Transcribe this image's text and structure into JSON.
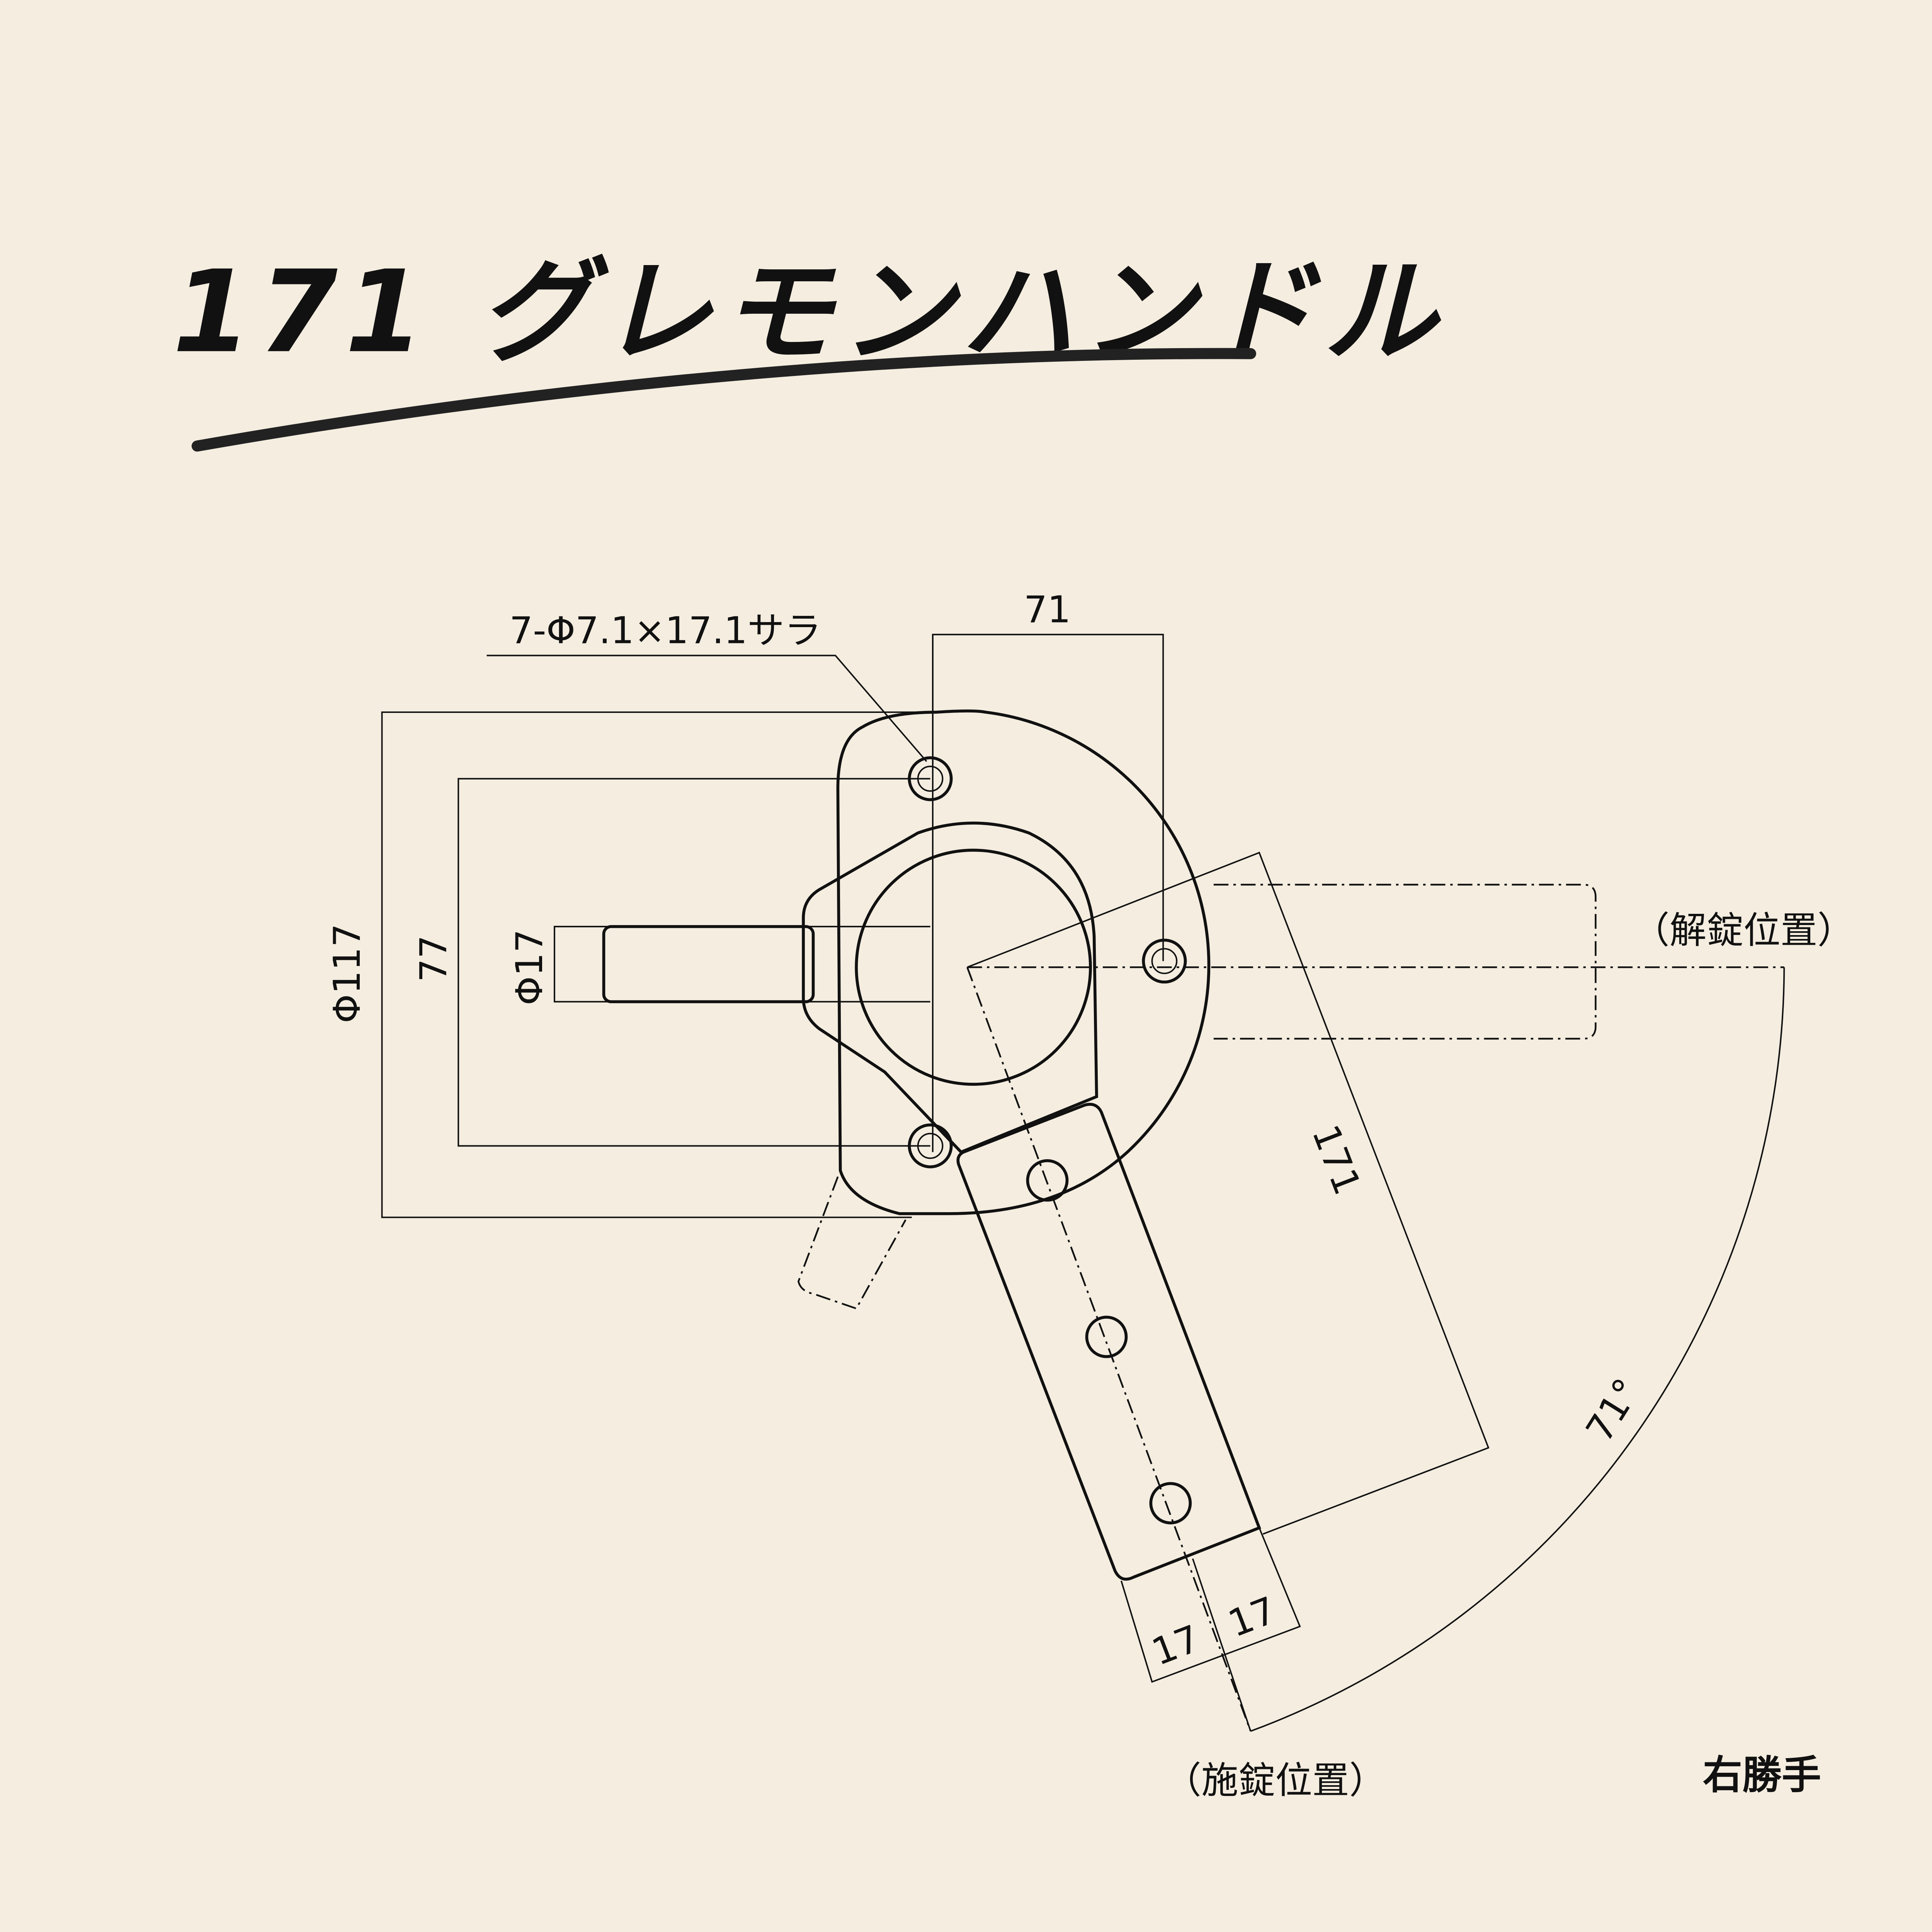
{
  "title": "171 グレモンハンドル",
  "colors": {
    "background": "#f4ede0",
    "plate": "#e6e6e6",
    "handle": "#a9a9a9",
    "line": "#111111"
  },
  "labels": {
    "holes": "7-Φ7.1×17.1サラ",
    "dim_71": "71",
    "dim_117": "Φ117",
    "dim_77": "77",
    "dim_17_shaft": "Φ17",
    "dim_171": "171",
    "dim_17_a": "17",
    "dim_17_b": "17",
    "angle": "71°",
    "unlocked": "（解錠位置）",
    "locked": "（施錠位置）",
    "hand": "右勝手"
  }
}
